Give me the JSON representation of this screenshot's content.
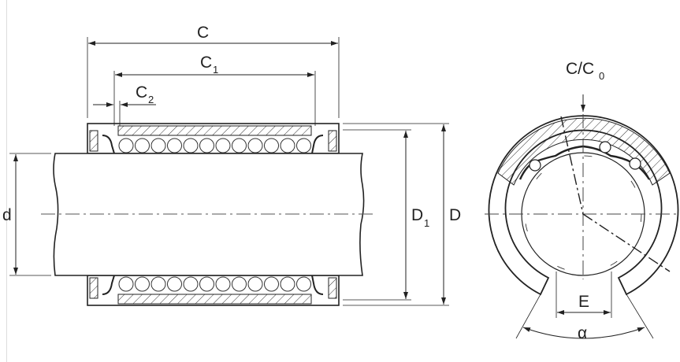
{
  "labels": {
    "C": "C",
    "C1": "C",
    "C1_sub": "1",
    "C2": "C",
    "C2_sub": "2",
    "d": "d",
    "D1": "D",
    "D1_sub": "1",
    "D": "D",
    "load": "C/C",
    "load_sub": "0",
    "E": "E",
    "alpha": "α"
  },
  "colors": {
    "line": "#222222",
    "background": "#ffffff"
  }
}
